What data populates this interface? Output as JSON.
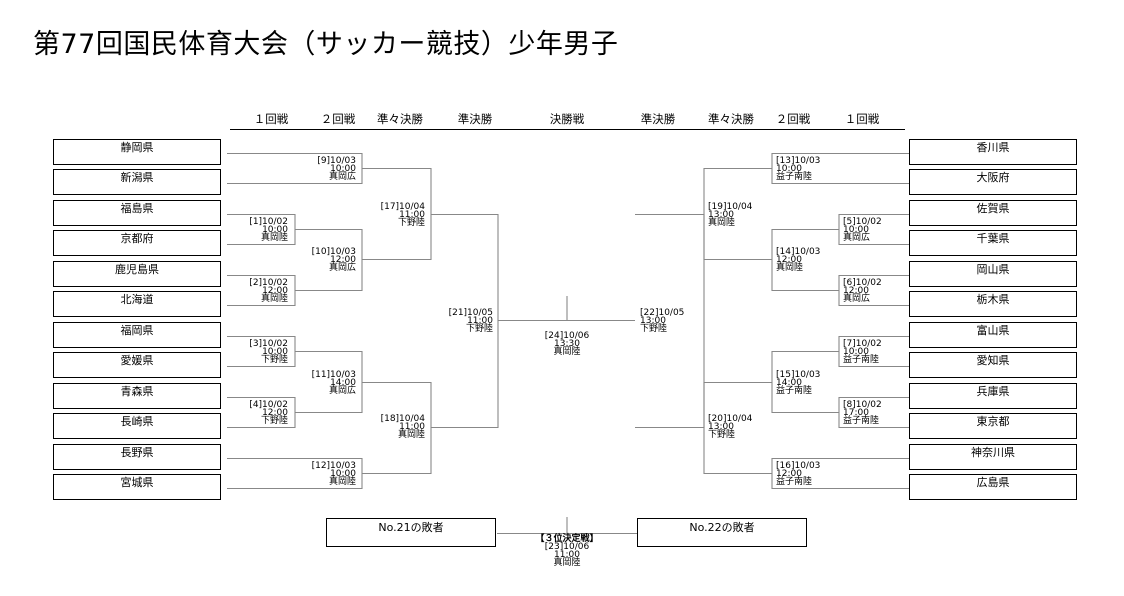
{
  "title": "第77回国民体育大会（サッカー競技）少年男子",
  "rounds_left": [
    "１回戦",
    "２回戦",
    "準々決勝",
    "準決勝"
  ],
  "final_label": "決勝戦",
  "rounds_right": [
    "準決勝",
    "準々決勝",
    "２回戦",
    "１回戦"
  ],
  "teams_left": [
    "静岡県",
    "新潟県",
    "福島県",
    "京都府",
    "鹿児島県",
    "北海道",
    "福岡県",
    "愛媛県",
    "青森県",
    "長崎県",
    "長野県",
    "宮城県"
  ],
  "teams_right": [
    "香川県",
    "大阪府",
    "佐賀県",
    "千葉県",
    "岡山県",
    "栃木県",
    "富山県",
    "愛知県",
    "兵庫県",
    "東京都",
    "神奈川県",
    "広島県"
  ],
  "matches": {
    "m1": {
      "date": "[1]10/02",
      "time": "10:00",
      "venue": "真岡陸"
    },
    "m2": {
      "date": "[2]10/02",
      "time": "12:00",
      "venue": "真岡陸"
    },
    "m3": {
      "date": "[3]10/02",
      "time": "10:00",
      "venue": "下野陸"
    },
    "m4": {
      "date": "[4]10/02",
      "time": "12:00",
      "venue": "下野陸"
    },
    "m5": {
      "date": "[5]10/02",
      "time": "10:00",
      "venue": "真岡広"
    },
    "m6": {
      "date": "[6]10/02",
      "time": "12:00",
      "venue": "真岡広"
    },
    "m7": {
      "date": "[7]10/02",
      "time": "10:00",
      "venue": "益子南陸"
    },
    "m8": {
      "date": "[8]10/02",
      "time": "17:00",
      "venue": "益子南陸"
    },
    "m9": {
      "date": "[9]10/03",
      "time": "10:00",
      "venue": "真岡広"
    },
    "m10": {
      "date": "[10]10/03",
      "time": "12:00",
      "venue": "真岡広"
    },
    "m11": {
      "date": "[11]10/03",
      "time": "14:00",
      "venue": "真岡広"
    },
    "m12": {
      "date": "[12]10/03",
      "time": "10:00",
      "venue": "真岡陸"
    },
    "m13": {
      "date": "[13]10/03",
      "time": "10:00",
      "venue": "益子南陸"
    },
    "m14": {
      "date": "[14]10/03",
      "time": "12:00",
      "venue": "真岡陸"
    },
    "m15": {
      "date": "[15]10/03",
      "time": "14:00",
      "venue": "益子南陸"
    },
    "m16": {
      "date": "[16]10/03",
      "time": "12:00",
      "venue": "益子南陸"
    },
    "m17": {
      "date": "[17]10/04",
      "time": "11:00",
      "venue": "下野陸"
    },
    "m18": {
      "date": "[18]10/04",
      "time": "11:00",
      "venue": "真岡陸"
    },
    "m19": {
      "date": "[19]10/04",
      "time": "13:00",
      "venue": "真岡陸"
    },
    "m20": {
      "date": "[20]10/04",
      "time": "13:00",
      "venue": "下野陸"
    },
    "m21": {
      "date": "[21]10/05",
      "time": "11:00",
      "venue": "下野陸"
    },
    "m22": {
      "date": "[22]10/05",
      "time": "13:00",
      "venue": "下野陸"
    },
    "m24": {
      "date": "[24]10/06",
      "time": "13:30",
      "venue": "真岡陸"
    },
    "m23": {
      "heading": "【３位決定戦】",
      "date": "[23]10/06",
      "time": "11:00",
      "venue": "真岡陸"
    }
  },
  "third_place": {
    "left_label": "No.21の敗者",
    "right_label": "No.22の敗者"
  }
}
